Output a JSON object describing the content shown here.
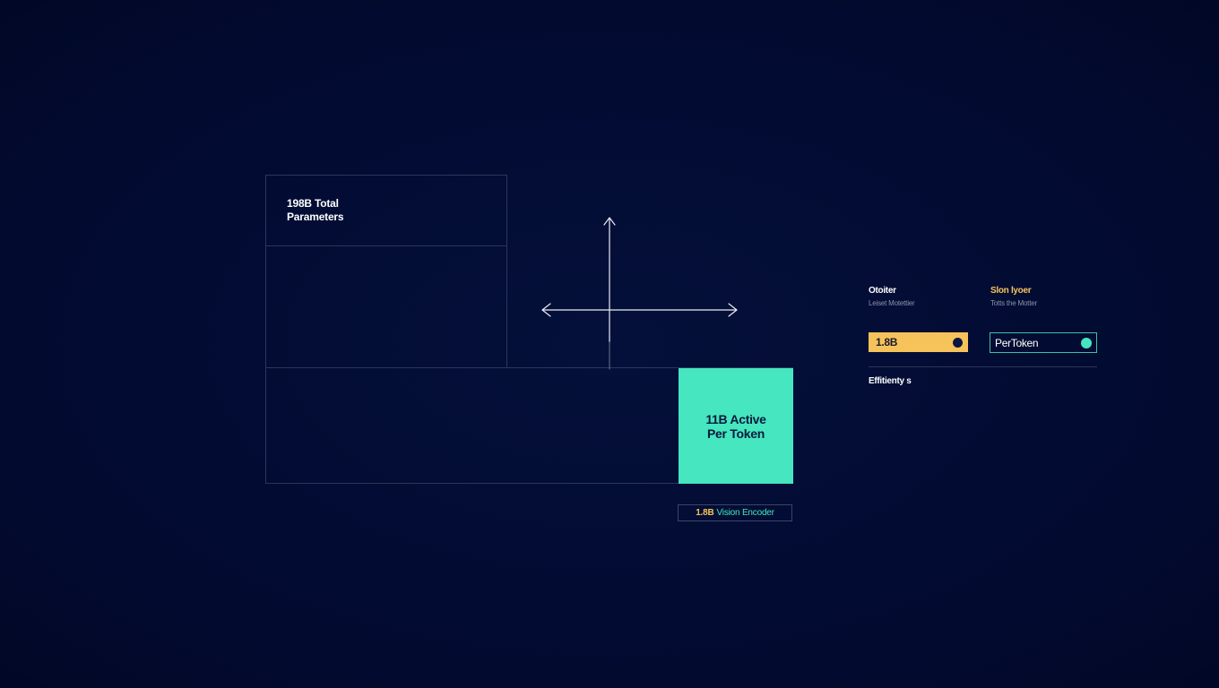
{
  "diagram": {
    "total": {
      "line1": "198B Total",
      "line2": "Parameters"
    },
    "active": {
      "line1": "11B Active",
      "line2": "Per Token"
    },
    "vision": {
      "num": "1.8B",
      "text": "Vision Encoder"
    }
  },
  "legend": {
    "col1": {
      "title": "Otoiter",
      "subtitle": "Leiset Motettier"
    },
    "col2": {
      "title": "Slon lyoer",
      "subtitle": "Totts the Motter"
    },
    "pill1": {
      "label": "1.8B"
    },
    "pill2": {
      "label": "PerToken"
    },
    "efficiency": "Effitienty s"
  },
  "colors": {
    "background": "#020b33",
    "accent_teal": "#45e6c0",
    "accent_gold": "#f5c35a",
    "line": "#2b3658"
  }
}
